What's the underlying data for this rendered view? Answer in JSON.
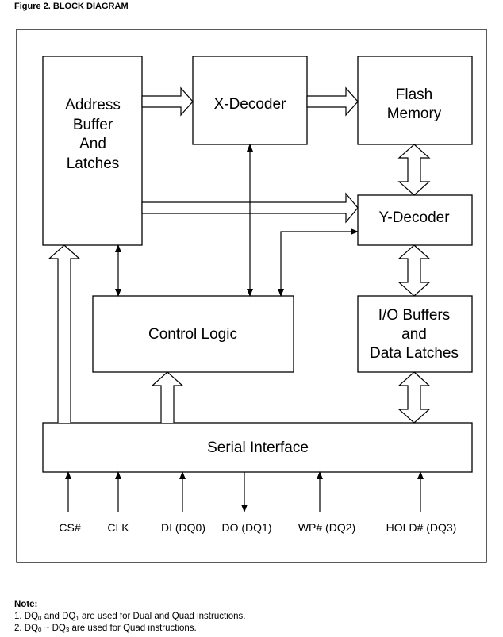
{
  "figure_title": "Figure 2.  BLOCK DIAGRAM",
  "blocks": {
    "address": [
      "Address",
      "Buffer",
      "And",
      "Latches"
    ],
    "xdecoder": "X-Decoder",
    "flash": [
      "Flash",
      "Memory"
    ],
    "ydecoder": "Y-Decoder",
    "control": "Control Logic",
    "io": [
      "I/O Buffers",
      "and",
      "Data Latches"
    ],
    "serial": "Serial Interface"
  },
  "pins": [
    "CS#",
    "CLK",
    "DI (DQ0)",
    "DO (DQ1)",
    "WP# (DQ2)",
    "HOLD# (DQ3)"
  ],
  "note": {
    "title": "Note:",
    "line1": {
      "prefix": "1. DQ",
      "sub_a": "0",
      "mid": " and DQ",
      "sub_b": "1",
      "suffix": " are used for Dual and Quad instructions."
    },
    "line2": {
      "prefix": "2. DQ",
      "sub_a": "0",
      "mid": " ~ DQ",
      "sub_b": "3",
      "suffix": " are used for Quad instructions."
    }
  }
}
